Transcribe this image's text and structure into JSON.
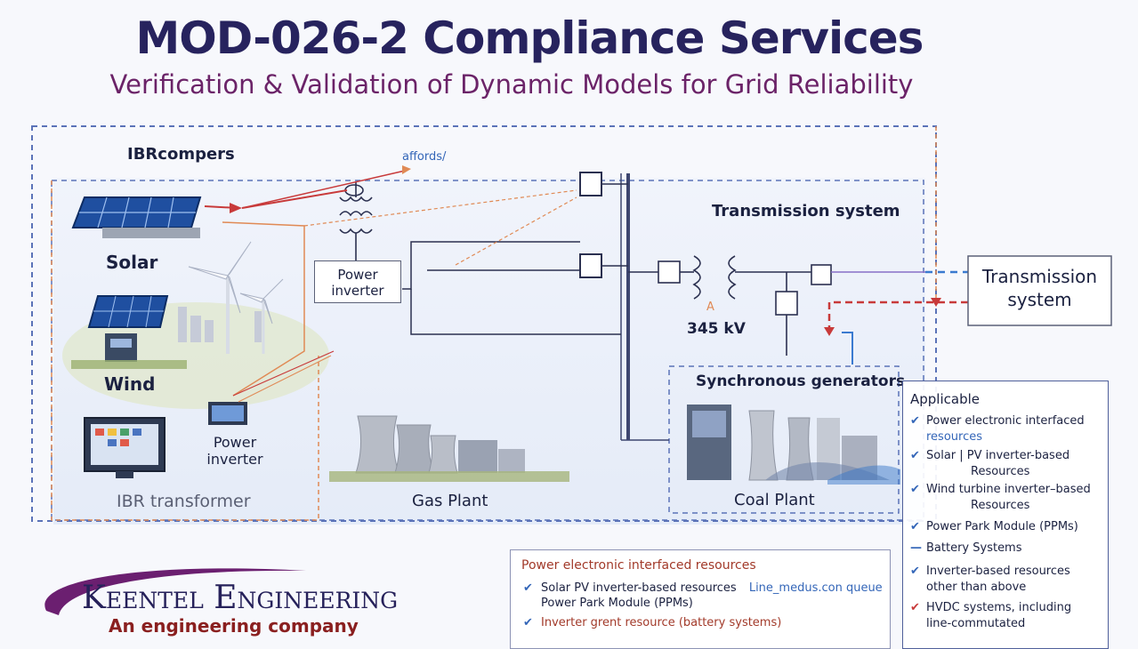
{
  "header": {
    "title": "MOD-026-2 Compliance Services",
    "subtitle": "Verification & Validation of Dynamic Models for Grid Reliability"
  },
  "diagram": {
    "ibr_label": "IBRcompers",
    "affords_label": "affords/",
    "solar_label": "Solar",
    "wind_label": "Wind",
    "power_inverter_box": [
      "Power",
      "inverter"
    ],
    "power_inverter_lower": [
      "Power",
      "inverter"
    ],
    "ibr_transformer_label": "IBR transformer",
    "gas_plant_label": "Gas Plant",
    "transmission_inner_label": "Transmission system",
    "voltage_marker": "A",
    "voltage_label": "345 kV",
    "sync_gen_label": "Synchronous generators",
    "coal_plant_label": "Coal Plant",
    "transmission_box": [
      "Transmission",
      "system"
    ]
  },
  "applicable": {
    "heading": "Applicable",
    "items": [
      {
        "mark": "✔",
        "text": "Power electronic interfaced",
        "sub": "resources",
        "sub_color": "blue"
      },
      {
        "mark": "✔",
        "text": "Solar  |  PV inverter-based",
        "sub": "Resources"
      },
      {
        "mark": "✔",
        "text": "Wind turbine inverter–based",
        "sub": "Resources"
      },
      {
        "mark": "✔",
        "text": "Power Park Module (PPMs)"
      },
      {
        "mark": "—",
        "text": "Battery Systems"
      },
      {
        "mark": "✔",
        "text": "Inverter-based resources",
        "sub": "other than above"
      },
      {
        "mark": "✔",
        "text": "HVDC systems, including",
        "sub": "line-commutated"
      }
    ]
  },
  "resources": {
    "heading": "Power electronic interfaced resources",
    "items": [
      {
        "mark": "✔",
        "text": "Solar PV inverter-based resources",
        "extra": "Line_medus.con queue"
      },
      {
        "mark": "",
        "text": "Power Park Module (PPMs)"
      },
      {
        "mark": "✔",
        "text": "Inverter grent resource (battery systems)"
      }
    ]
  },
  "logo": {
    "name": "Keentel Engineering",
    "tagline": "An engineering company"
  },
  "colors": {
    "title": "#27235e",
    "subtitle": "#6b2368",
    "dashed_blue": "#5b73b8",
    "dashed_orange": "#e08a55",
    "red_line": "#c83a3a",
    "check_blue": "#3466b8"
  }
}
